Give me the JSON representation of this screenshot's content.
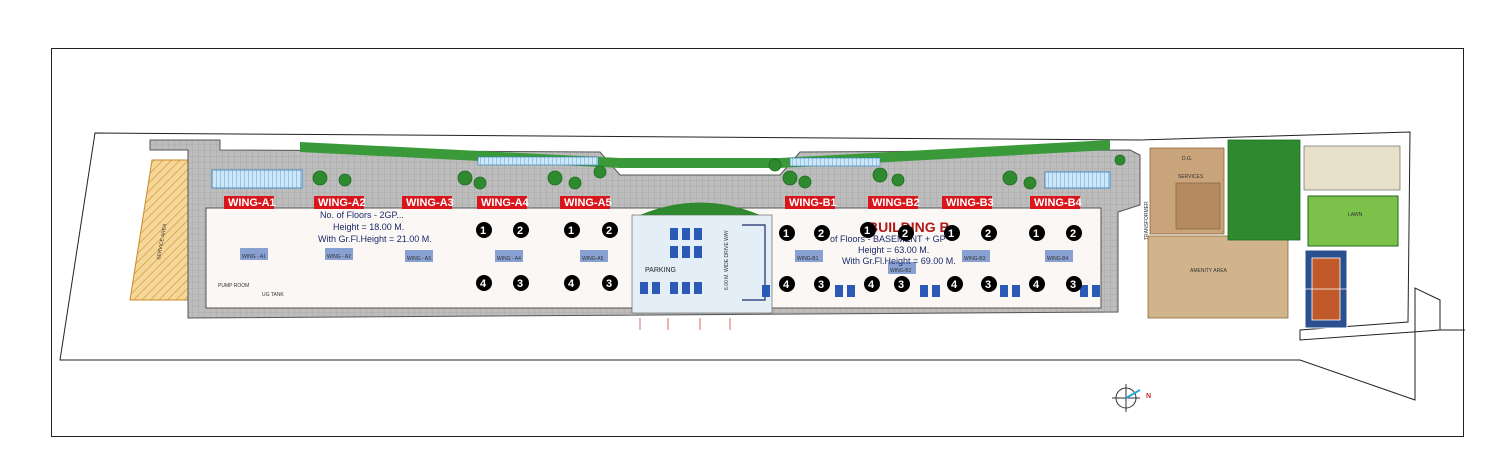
{
  "wings": [
    "WING-A1",
    "WING-A2",
    "WING-A3",
    "WING-A4",
    "WING-A5",
    "WING-B1",
    "WING-B2",
    "WING-B3",
    "WING-B4"
  ],
  "inner_wing_labels": [
    "WING - A1",
    "WING - A2",
    "WING - A3",
    "WING - A4",
    "WING-A5",
    "WING-B1",
    "WING-B2",
    "WING-B3",
    "WING-B4"
  ],
  "building_a": {
    "floors": "No. of Floors - 2GP...",
    "height": "Height = 18.00 M.",
    "gr_height": "With Gr.Fl.Height = 21.00 M."
  },
  "building_b": {
    "title": "BUILDING B",
    "floors": "of Floors - BASEMENT + GP",
    "height": "Height = 63.00 M.",
    "gr_height": "With Gr.Fl.Height = 69.00 M."
  },
  "labels": {
    "parking": "PARKING",
    "drive_way": "6.00 M. WIDE DRIVE WAY",
    "amenity": "AMENITY AREA",
    "pump_room": "PUMP ROOM",
    "ug_tank": "UG TANK",
    "north": "N",
    "services": "SERVICES",
    "transformer": "TRANSFORMER",
    "dg": "D.G.",
    "lawn": "LAWN"
  },
  "markers": {
    "one": "1",
    "two": "2",
    "three": "3",
    "four": "4"
  },
  "colors": {
    "wing_label_bg": "#d9161c",
    "green": "#2e8b2e",
    "pool": "#7fc6e8",
    "amenity": "#d2b48c",
    "road": "#9a9a9a",
    "court_blue": "#2c4f8f",
    "lawn": "#7cc14a"
  }
}
